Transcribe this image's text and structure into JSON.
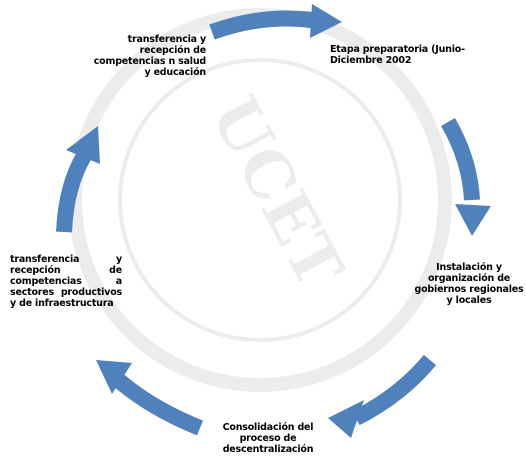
{
  "diagram": {
    "arrow_color": "#4f81bd",
    "watermark_text": "UCET",
    "stages": [
      {
        "text": "Etapa preparatoria (Junio-Diciembre 2002"
      },
      {
        "text": "Instalación y organización de gobiernos regionales y locales"
      },
      {
        "text": "Consolidación del proceso de descentralización"
      },
      {
        "text": "transferencia y recepción de competencias a sectores productivos y de infraestructura"
      },
      {
        "text": "transferencia y recepción de competencias n salud y educación"
      }
    ]
  }
}
